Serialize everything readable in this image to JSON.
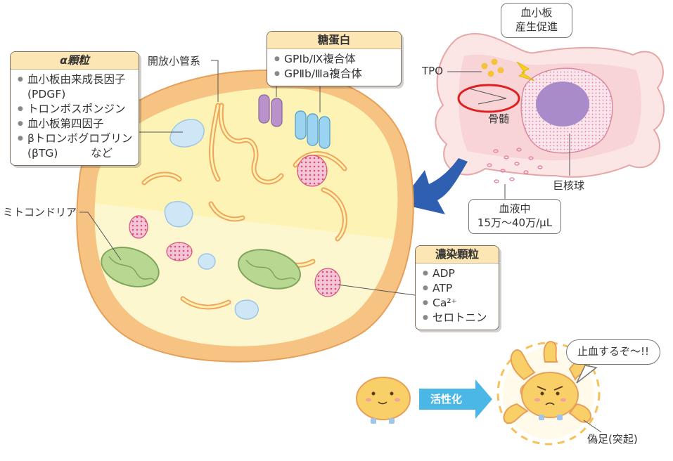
{
  "alpha_granules": {
    "title": "α顆粒",
    "items": [
      "血小板由来成長因子",
      "(PDGF)",
      "トロンボスポンジン",
      "血小板第四因子",
      "βトロンボグロブリン",
      "(βTG)　　　など"
    ]
  },
  "glycoprotein": {
    "title": "糖蛋白",
    "items": [
      "GPⅠb/Ⅸ複合体",
      "GPⅡb/Ⅲa複合体"
    ]
  },
  "dense_granules": {
    "title": "濃染顆粒",
    "items": [
      "ADP",
      "ATP",
      "Ca²⁺",
      "セロトニン"
    ]
  },
  "labels": {
    "open_canalicular": "開放小管系",
    "mitochondria": "ミトコンドリア",
    "tpo": "TPO",
    "bone_marrow": "骨髄",
    "megakaryocyte": "巨核球",
    "promote_line1": "血小板",
    "promote_line2": "産生促進",
    "blood_line1": "血液中",
    "blood_line2": "15万～40万/μL",
    "activation": "活性化",
    "speech": "止血するぞ～!!",
    "pseudopod": "偽足(突起)"
  },
  "colors": {
    "platelet_outer": "#f6c383",
    "platelet_inner": "#fdf3b5",
    "box_header": "#fbe6b4",
    "arrow_blue": "#2f5fb0",
    "activation_arrow": "#4ab7e6",
    "highlight_circle": "#e02020"
  }
}
